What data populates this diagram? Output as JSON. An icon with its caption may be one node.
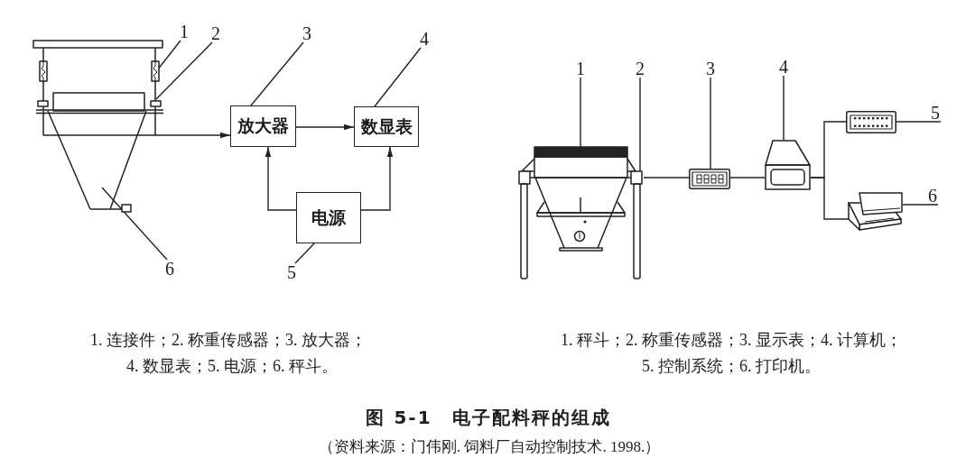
{
  "diagram": {
    "caption": "图 5-1　电子配料秤的组成",
    "nodes": [
      {
        "text": [],
        "shape": "picture"
      },
      {
        "text": [
          "1"
        ]
      },
      {
        "text": [
          "2"
        ]
      },
      {
        "text": [
          "3"
        ]
      },
      {
        "text": [
          "4"
        ]
      },
      {
        "text": [
          "放大器"
        ]
      },
      {
        "text": [
          "数显表"
        ]
      },
      {
        "text": [
          "电源"
        ]
      },
      {
        "text": [
          "5"
        ]
      },
      {
        "text": [
          "6"
        ]
      },
      {
        "text": [
          "1"
        ]
      },
      {
        "text": [
          "2"
        ]
      },
      {
        "text": [
          "3"
        ]
      },
      {
        "text": [
          "4"
        ]
      },
      {
        "text": [
          "5"
        ]
      },
      {
        "text": [
          "6"
        ]
      },
      {
        "text": [],
        "shape": "picture"
      },
      {
        "text": [],
        "shape": "picture"
      },
      {
        "text": [],
        "shape": "picture"
      },
      {
        "text": [],
        "shape": "picture"
      },
      {
        "text": [],
        "shape": "picture"
      }
    ],
    "edges": [
      {
        "from": 0,
        "to": 5,
        "arrow": "to"
      },
      {
        "from": 5,
        "to": 6,
        "arrow": "to"
      },
      {
        "from": 7,
        "to": 5,
        "arrow": "to"
      },
      {
        "from": 7,
        "to": 6,
        "arrow": "to"
      },
      {
        "from": 1,
        "to": 0,
        "arrow": "none"
      },
      {
        "from": 2,
        "to": 0,
        "arrow": "none"
      },
      {
        "from": 3,
        "to": 5,
        "arrow": "none"
      },
      {
        "from": 4,
        "to": 6,
        "arrow": "none"
      },
      {
        "from": 8,
        "to": 7,
        "arrow": "none"
      },
      {
        "from": 9,
        "to": 0,
        "arrow": "none"
      },
      {
        "from": 16,
        "to": 17,
        "arrow": "none"
      },
      {
        "from": 17,
        "to": 18,
        "arrow": "none"
      },
      {
        "from": 18,
        "to": 19,
        "arrow": "none"
      },
      {
        "from": 18,
        "to": 20,
        "arrow": "none"
      },
      {
        "from": 10,
        "to": 16,
        "arrow": "none"
      },
      {
        "from": 11,
        "to": 16,
        "arrow": "none"
      },
      {
        "from": 12,
        "to": 17,
        "arrow": "none"
      },
      {
        "from": 13,
        "to": 18,
        "arrow": "none"
      },
      {
        "from": 14,
        "to": 19,
        "arrow": "none"
      },
      {
        "from": 15,
        "to": 20,
        "arrow": "none"
      }
    ],
    "labels": [
      "1. 连接件；2. 称重传感器；3. 放大器；",
      "4. 数显表；5. 电源；6. 秤斗。",
      "1. 秤斗；2. 称重传感器；3. 显示表；4. 计算机；",
      "5. 控制系统；6. 打印机。",
      "（资料来源：门伟刚. 饲料厂自动控制技术. 1998.）"
    ]
  }
}
